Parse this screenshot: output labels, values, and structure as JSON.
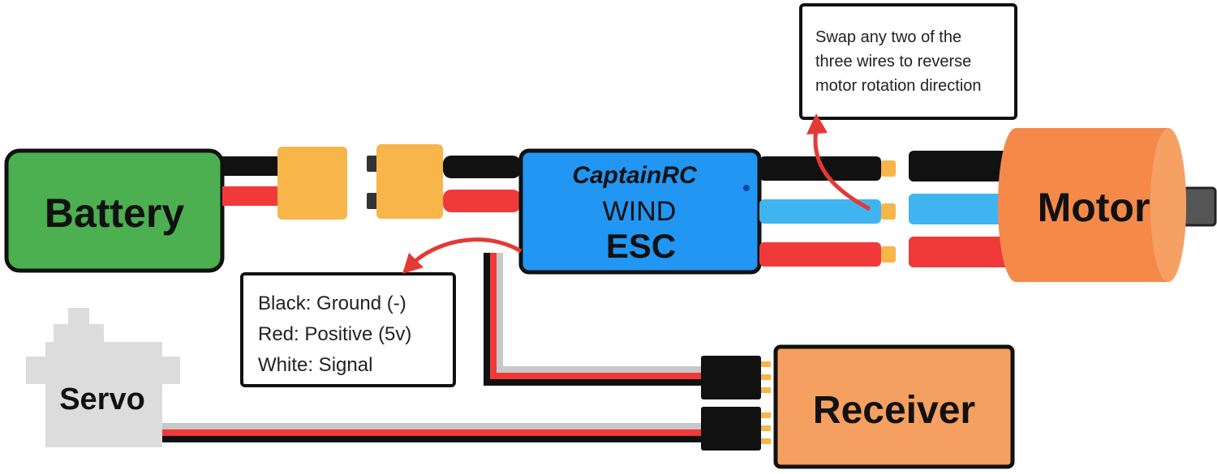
{
  "components": {
    "battery": {
      "label": "Battery",
      "color": "#4caf50"
    },
    "motor": {
      "label": "Motor",
      "color": "#f5894a"
    },
    "servo": {
      "label": "Servo",
      "color": "#dcdcdc"
    },
    "receiver": {
      "label": "Receiver",
      "color": "#f5a060"
    },
    "esc": {
      "brand": "CaptainRC",
      "model": "WIND",
      "label": "ESC",
      "color": "#2196f3"
    }
  },
  "notes": {
    "reverse": {
      "lines": [
        "Swap any two of the",
        "three wires to reverse",
        "motor rotation direction"
      ]
    },
    "signal_wires": {
      "lines": [
        "Black: Ground (-)",
        "Red: Positive (5v)",
        "White: Signal"
      ]
    }
  },
  "colors": {
    "wire_black": "#111111",
    "wire_red": "#f03a3a",
    "wire_blue": "#40b4f0",
    "wire_white": "#d0d0d0",
    "connector_xt": "#f7b54a",
    "arrow": "#e53935"
  }
}
